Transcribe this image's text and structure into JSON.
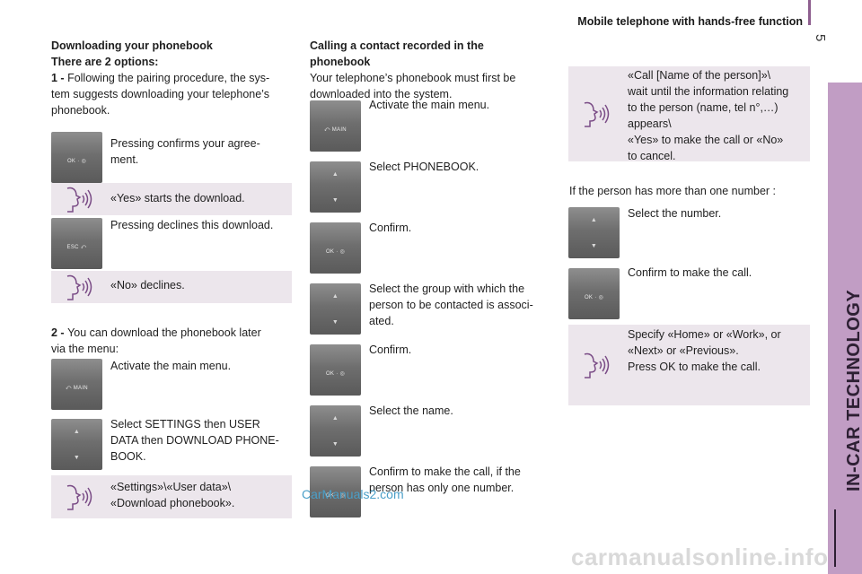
{
  "header": {
    "title": "Mobile telephone with hands-free function",
    "page_number": "5"
  },
  "side_tab": {
    "label": "IN-CAR TECHNOLOGY"
  },
  "col1": {
    "heading1": "Downloading your phonebook",
    "heading2": "There are 2 options:",
    "p1_num": "1 - ",
    "p1_text1": "Following the pairing procedure, the sys-",
    "p1_text2": "tem suggests downloading your telephone’s",
    "p1_text3": "phonebook.",
    "ok_line1": "Pressing confirms your agree-",
    "ok_line2": "ment.",
    "yes_voice": "«Yes» starts the download.",
    "esc_text": "Pressing declines this download.",
    "no_voice": "«No» declines.",
    "p2_num": "2 - ",
    "p2_text1": "You can download the phonebook later",
    "p2_text2": "via the menu:",
    "menu_text": "Activate the main menu.",
    "settings_line1": "Select SETTINGS then USER",
    "settings_line2": "DATA then DOWNLOAD PHONE-",
    "settings_line3": "BOOK.",
    "settings_voice1": "«Settings»\\«User data»\\",
    "settings_voice2": "«Download phonebook»."
  },
  "col2": {
    "heading1": "Calling a contact recorded in the",
    "heading2": "phonebook",
    "intro1": "Your telephone’s phonebook must first be",
    "intro2": "downloaded into the system.",
    "steps": {
      "s1": "Activate the main menu.",
      "s2": "Select PHONEBOOK.",
      "s3": "Confirm.",
      "s4a": "Select the group with which the",
      "s4b": "person to be contacted is associ-",
      "s4c": "ated.",
      "s5": "Confirm.",
      "s6": "Select the name.",
      "s7a": "Confirm to make the call, if the",
      "s7b": "person has only one number."
    }
  },
  "col3": {
    "call_voice1": "«Call [Name of the person]»\\",
    "call_voice2": "wait until the information relating",
    "call_voice3": "to the person (name, tel n°,…)",
    "call_voice4": "appears\\",
    "call_voice5": "«Yes» to make the call or «No»",
    "call_voice6": "to cancel.",
    "more_numbers": "If the person has more than one number :",
    "select_number": "Select the number.",
    "confirm_call": "Confirm to make the call.",
    "specify1": "Specify «Home» or «Work», or",
    "specify2": "«Next» or «Previous».",
    "specify3": "Press OK to make the call."
  },
  "buttons": {
    "ok": "OK · ◎",
    "esc": "ESC ⤺",
    "main": "⤺ MAIN",
    "up": "▲",
    "down": "▼"
  },
  "watermarks": {
    "top": "CarManuals2.com",
    "bottom": "carmanualsonline.info"
  },
  "colors": {
    "accent": "#c19dc4",
    "voice_box": "#ece6ec",
    "button": "#6e6e6e"
  }
}
